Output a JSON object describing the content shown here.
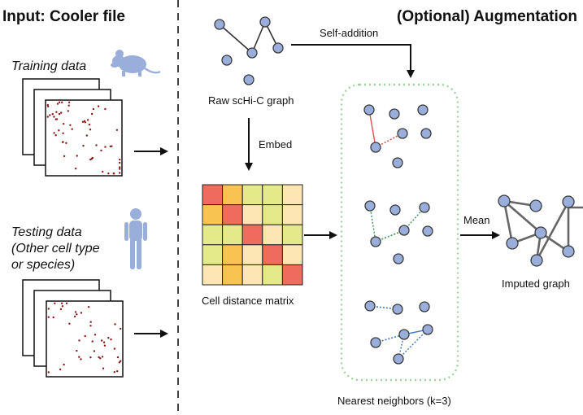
{
  "headings": {
    "input": "Input: Cooler file",
    "augmentation": "(Optional) Augmentation"
  },
  "input_panel": {
    "training_label": "Training data",
    "testing_label_lines": [
      "Testing data",
      "(Other cell type",
      "or species)"
    ]
  },
  "labels": {
    "raw_graph": "Raw scHi-C graph",
    "self_addition": "Self-addition",
    "embed": "Embed",
    "matrix": "Cell distance matrix",
    "mean": "Mean",
    "neighbors": "Nearest neighbors (k=3)",
    "imputed": "Imputed graph"
  },
  "icons": [
    "mouse-icon",
    "human-icon"
  ],
  "colors": {
    "node_fill": "#9aaedb",
    "edge_red": "#d9534f",
    "edge_green": "#3f8f5a",
    "edge_blue": "#3a7abd",
    "box_border": "#9fd3a0",
    "matrix_palette": [
      "#ef6b5e",
      "#f8c350",
      "#e4ea8a",
      "#fde5b4"
    ]
  },
  "distance_matrix": [
    [
      0,
      1,
      2,
      2,
      3
    ],
    [
      1,
      0,
      3,
      2,
      3
    ],
    [
      2,
      2,
      0,
      3,
      2
    ],
    [
      2,
      1,
      3,
      0,
      3
    ],
    [
      3,
      1,
      3,
      2,
      0
    ]
  ]
}
